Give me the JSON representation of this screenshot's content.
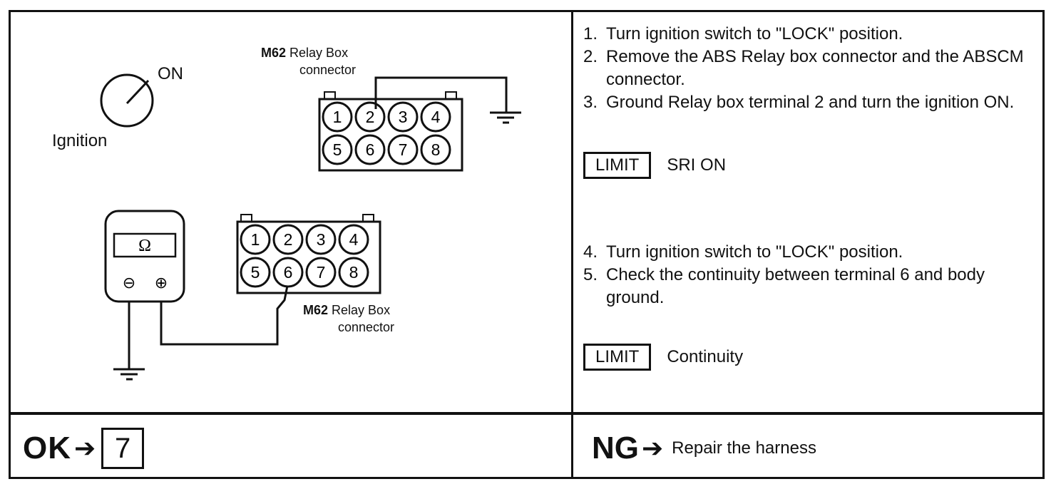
{
  "diagram": {
    "ignition_on_label": "ON",
    "ignition_label": "Ignition",
    "top_connector_label_bold": "M62",
    "top_connector_label_rest": "Relay Box",
    "top_connector_label_line2": "connector",
    "bottom_connector_label_bold": "M62",
    "bottom_connector_label_rest": "Relay Box",
    "bottom_connector_label_line2": "connector",
    "ohmmeter_symbol": "Ω",
    "ohmmeter_minus": "⊖",
    "ohmmeter_plus": "⊕",
    "terminals": [
      "1",
      "2",
      "3",
      "4",
      "5",
      "6",
      "7",
      "8"
    ]
  },
  "instructions": {
    "steps_a": [
      {
        "num": "1.",
        "text": "Turn ignition switch to \"LOCK\" position."
      },
      {
        "num": "2.",
        "text": "Remove the ABS Relay box connector and the ABSCM connector."
      },
      {
        "num": "3.",
        "text": "Ground Relay box terminal 2 and turn the ignition ON."
      }
    ],
    "limit_a_label": "LIMIT",
    "limit_a_value": "SRI ON",
    "steps_b": [
      {
        "num": "4.",
        "text": "Turn ignition switch to \"LOCK\" position."
      },
      {
        "num": "5.",
        "text": "Check the continuity between terminal 6 and body ground."
      }
    ],
    "limit_b_label": "LIMIT",
    "limit_b_value": "Continuity"
  },
  "result": {
    "ok_label": "OK",
    "arrow": "➔",
    "ok_step": "7",
    "ng_label": "NG",
    "ng_action": "Repair the harness"
  }
}
